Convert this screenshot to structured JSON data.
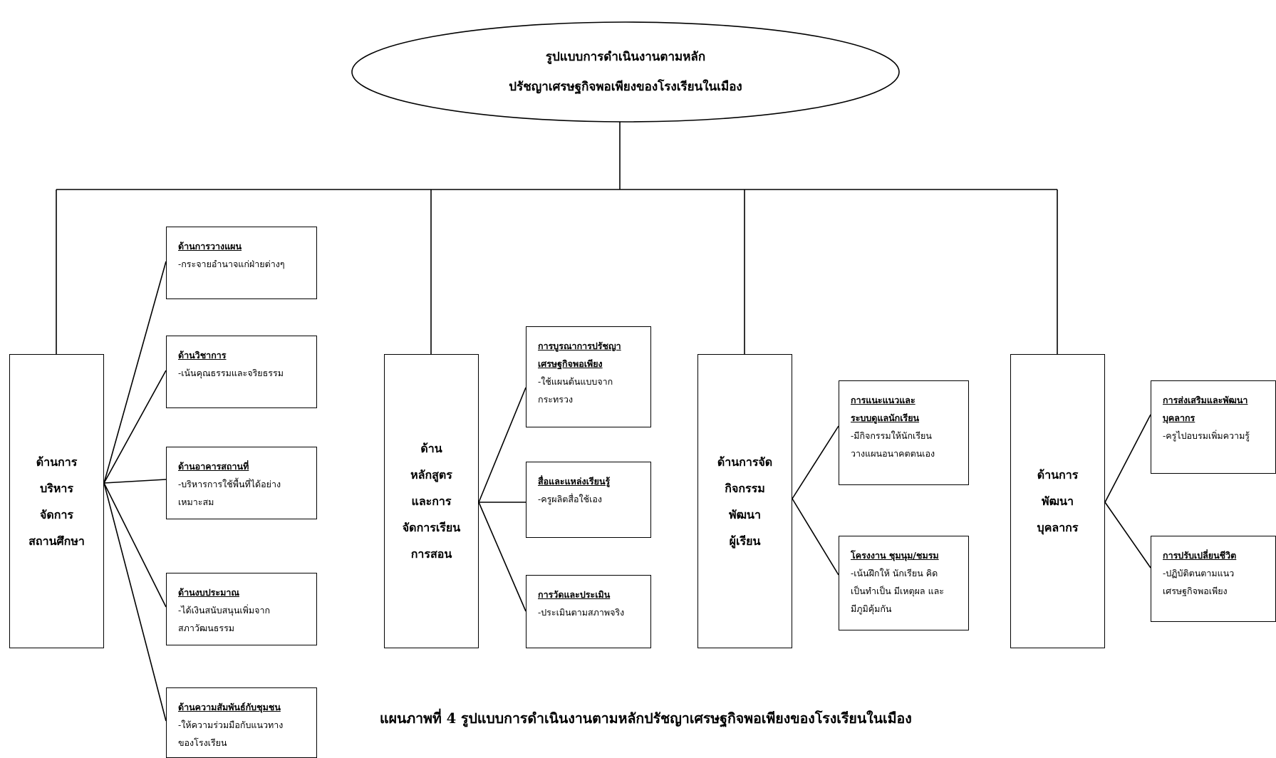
{
  "title": "รูปแบบการดำเนินงานตามหลัก\nปรัชญาเศรษฐกิจพอเพียงของโรงเรียนในเมือง",
  "caption": "แผนภาพที่ 4 รูปแบบการดำเนินงานตามหลักปรัชญาเศรษฐกิจพอเพียงของโรงเรียนในเมือง",
  "main_nodes": [
    {
      "label": "ด้านการ\nบริหาร\nจัดการ\nสถานศึกษา"
    },
    {
      "label": "ด้าน\nหลักสูตร\nและการ\nจัดการเรียน\nการสอน"
    },
    {
      "label": "ด้านการจัด\nกิจกรรม\nพัฒนา\nผู้เรียน"
    },
    {
      "label": "ด้านการ\nพัฒนา\nบุคลากร"
    }
  ],
  "sub_nodes": [
    {
      "title": "ด้านการวางแผน",
      "detail": "-กระจายอำนาจแก่ฝ่ายต่างๆ"
    },
    {
      "title": "ด้านวิชาการ",
      "detail": "-เน้นคุณธรรมและจริยธรรม"
    },
    {
      "title": "ด้านอาคารสถานที่",
      "detail": "-บริหารการใช้พื้นที่ได้อย่าง\nเหมาะสม"
    },
    {
      "title": "ด้านงบประมาณ",
      "detail": "-ได้เงินสนับสนุนเพิ่มจาก\n  สภาวัฒนธรรม"
    },
    {
      "title": "ด้านความสัมพันธ์กับชุมชน",
      "detail": "-ให้ความร่วมมือกับแนวทาง\n  ของโรงเรียน"
    },
    {
      "title": "การบูรณาการปรัชญา\nเศรษฐกิจพอเพียง",
      "detail": "-ใช้แผนต้นแบบจาก\n  กระทรวง"
    },
    {
      "title": "สื่อและแหล่งเรียนรู้",
      "detail": "-ครูผลิตสื่อใช้เอง"
    },
    {
      "title": "การวัดและประเมิน",
      "detail": "-ประเมินตามสภาพจริง"
    },
    {
      "title": "การแนะแนวและ\nระบบดูแลนักเรียน",
      "detail": "-มีกิจกรรมให้นักเรียน\n  วางแผนอนาคตตนเอง"
    },
    {
      "title": "โครงงาน ชุมนุม/ชมรม",
      "detail": "-เน้นฝึกให้ นักเรียน คิด\nเป็นทำเป็น มีเหตุผล และ\nมีภูมิคุ้มกัน"
    },
    {
      "title": "การส่งเสริมและพัฒนา\nบุคลากร",
      "detail": "-ครูไปอบรมเพิ่มความรู้"
    },
    {
      "title": "การปรับเปลี่ยนชีวิต",
      "detail": "-ปฏิบัติตนตามแนว\nเศรษฐกิจพอเพียง"
    }
  ]
}
